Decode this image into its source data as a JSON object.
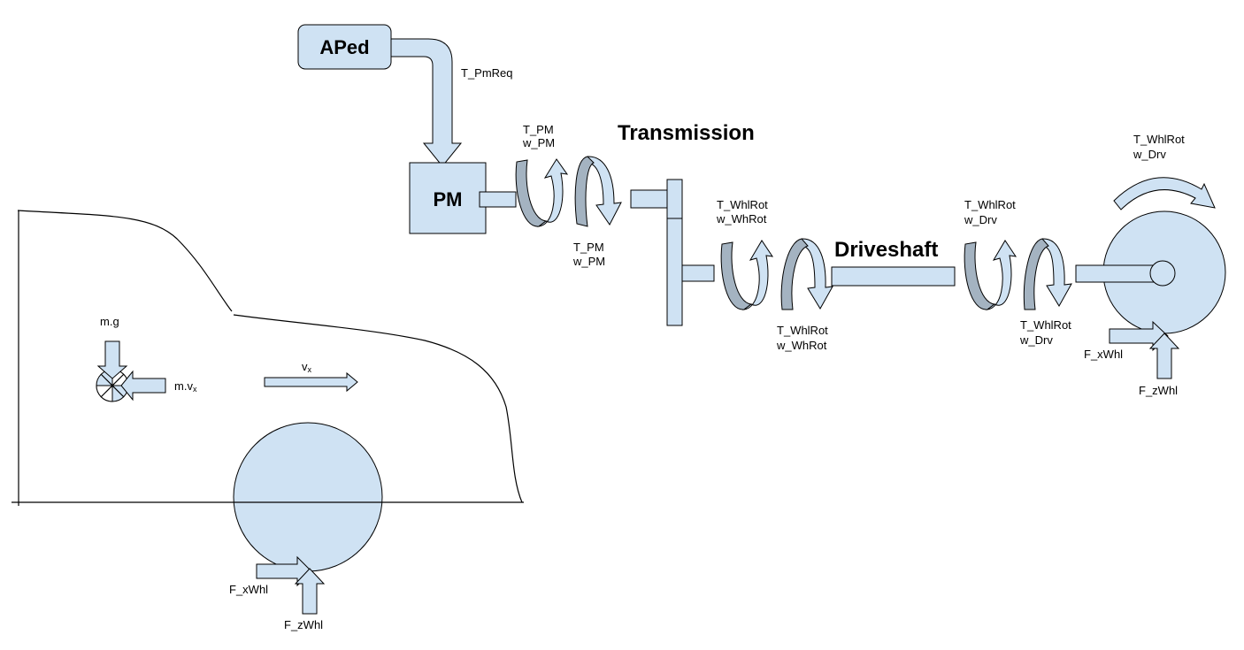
{
  "blocks": {
    "aped": "APed",
    "pm": "PM"
  },
  "headings": {
    "transmission": "Transmission",
    "driveshaft": "Driveshaft"
  },
  "signals": {
    "pm_req": "T_PmReq",
    "pm_in_t": "T_PM",
    "pm_in_w": "w_PM",
    "pm_out_t": "T_PM",
    "pm_out_w": "w_PM",
    "trans_out_t": "T_WhlRot",
    "trans_out_w": "w_WhRot",
    "trans_ret_t": "T_WhlRot",
    "trans_ret_w": "w_WhRot",
    "drv_in_t": "T_WhlRot",
    "drv_in_w": "w_Drv",
    "drv_ret_t": "T_WhlRot",
    "drv_ret_w": "w_Drv",
    "wheel_t": "T_WhlRot",
    "wheel_w": "w_Drv"
  },
  "forces": {
    "fx_right": "F_xWhl",
    "fz_right": "F_zWhl",
    "fx_car": "F_xWhl",
    "fz_car": "F_zWhl",
    "gravity": "m.g",
    "inertia_prefix": "m.v",
    "inertia_sub": "x",
    "velocity_base": "v",
    "velocity_sub": "x"
  },
  "colors": {
    "fill": "#cfe2f3",
    "dark": "#a4b3c1",
    "stroke": "#000000"
  }
}
